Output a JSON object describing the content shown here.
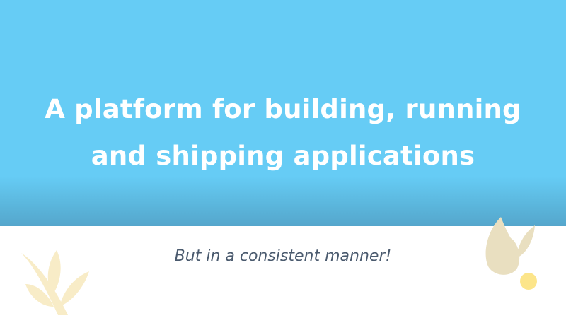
{
  "slide": {
    "headline_line1": "A platform for building, running",
    "headline_line2": "and shipping applications",
    "subtitle": "But in a consistent manner!"
  },
  "colors": {
    "banner": "#66ccf5",
    "headline_text": "#ffffff",
    "subtitle_text": "#4a5a6e",
    "leaf_light": "#f8ecc7",
    "leaf_tan": "#e9dfc0",
    "dot": "#fce58a"
  },
  "icons": {
    "left_decoration": "leaf-sprig-icon",
    "right_decoration": "tulip-leaf-icon",
    "dot": "yellow-dot-icon"
  }
}
